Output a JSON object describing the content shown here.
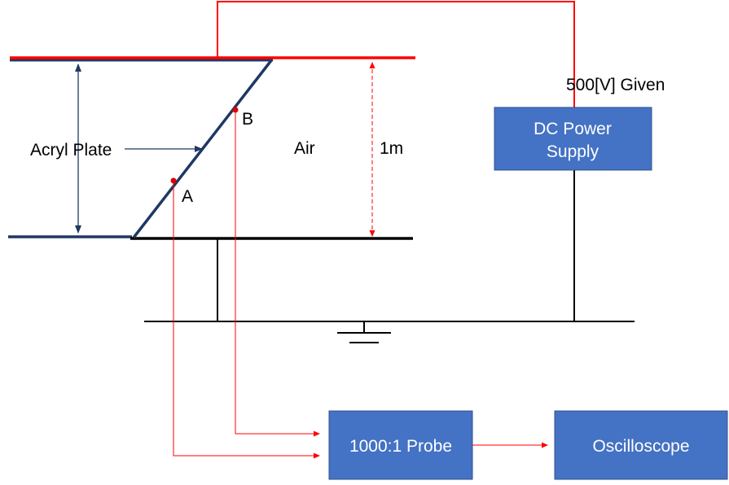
{
  "labels": {
    "acryl_plate": "Acryl Plate",
    "air": "Air",
    "distance": "1m",
    "point_a": "A",
    "point_b": "B",
    "voltage": "500[V]  Given"
  },
  "boxes": {
    "dc_power_supply": {
      "line1": "DC Power",
      "line2": "Supply"
    },
    "probe": "1000:1  Probe",
    "oscilloscope": "Oscilloscope"
  },
  "colors": {
    "high_voltage_wire": "#ff0000",
    "ground_wire": "#000000",
    "acryl_plate": "#1f3864",
    "box_fill": "#4472c4",
    "box_border": "#2f528f",
    "point_marker": "#e00000"
  }
}
